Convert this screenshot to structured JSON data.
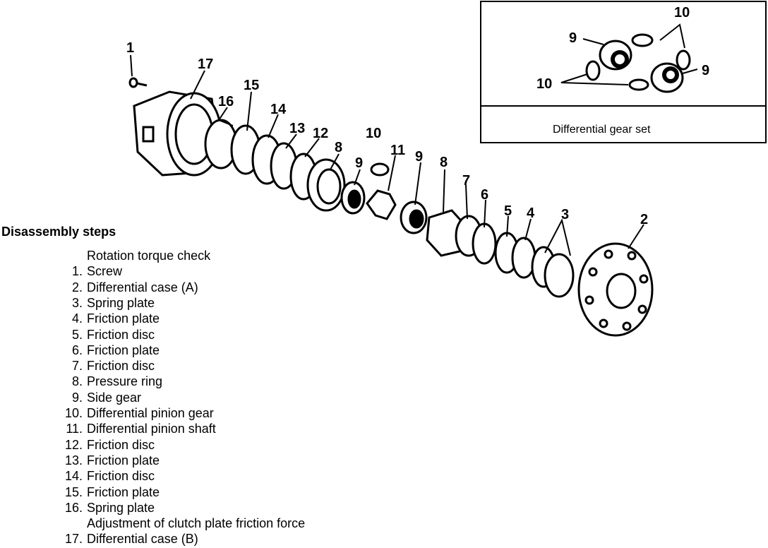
{
  "callouts": {
    "c1": "1",
    "c17": "17",
    "c16": "16",
    "c15": "15",
    "c14": "14",
    "c13": "13",
    "c12": "12",
    "c8a": "8",
    "c10": "10",
    "c11": "11",
    "c9a": "9",
    "c9b": "9",
    "c8b": "8",
    "c7": "7",
    "c6": "6",
    "c5": "5",
    "c4": "4",
    "c3": "3",
    "c2": "2"
  },
  "inset": {
    "caption": "Differential gear set",
    "labels": {
      "top10": "10",
      "left9": "9",
      "right9": "9",
      "bottom10": "10"
    }
  },
  "steps": {
    "title": "Disassembly steps",
    "items": [
      {
        "num": "",
        "text": "Rotation torque check"
      },
      {
        "num": "1.",
        "text": "Screw"
      },
      {
        "num": "2.",
        "text": "Differential case (A)"
      },
      {
        "num": "3.",
        "text": "Spring plate"
      },
      {
        "num": "4.",
        "text": "Friction plate"
      },
      {
        "num": "5.",
        "text": "Friction disc"
      },
      {
        "num": "6.",
        "text": "Friction plate"
      },
      {
        "num": "7.",
        "text": "Friction disc"
      },
      {
        "num": "8.",
        "text": "Pressure ring"
      },
      {
        "num": "9.",
        "text": "Side gear"
      },
      {
        "num": "10.",
        "text": "Differential pinion gear"
      },
      {
        "num": "11.",
        "text": "Differential pinion shaft"
      },
      {
        "num": "12.",
        "text": "Friction disc"
      },
      {
        "num": "13.",
        "text": "Friction plate"
      },
      {
        "num": "14.",
        "text": "Friction disc"
      },
      {
        "num": "15.",
        "text": "Friction plate"
      },
      {
        "num": "16.",
        "text": "Spring plate"
      },
      {
        "num": "",
        "text": "Adjustment of clutch plate friction force"
      },
      {
        "num": "17.",
        "text": "Differential case (B)"
      }
    ]
  }
}
